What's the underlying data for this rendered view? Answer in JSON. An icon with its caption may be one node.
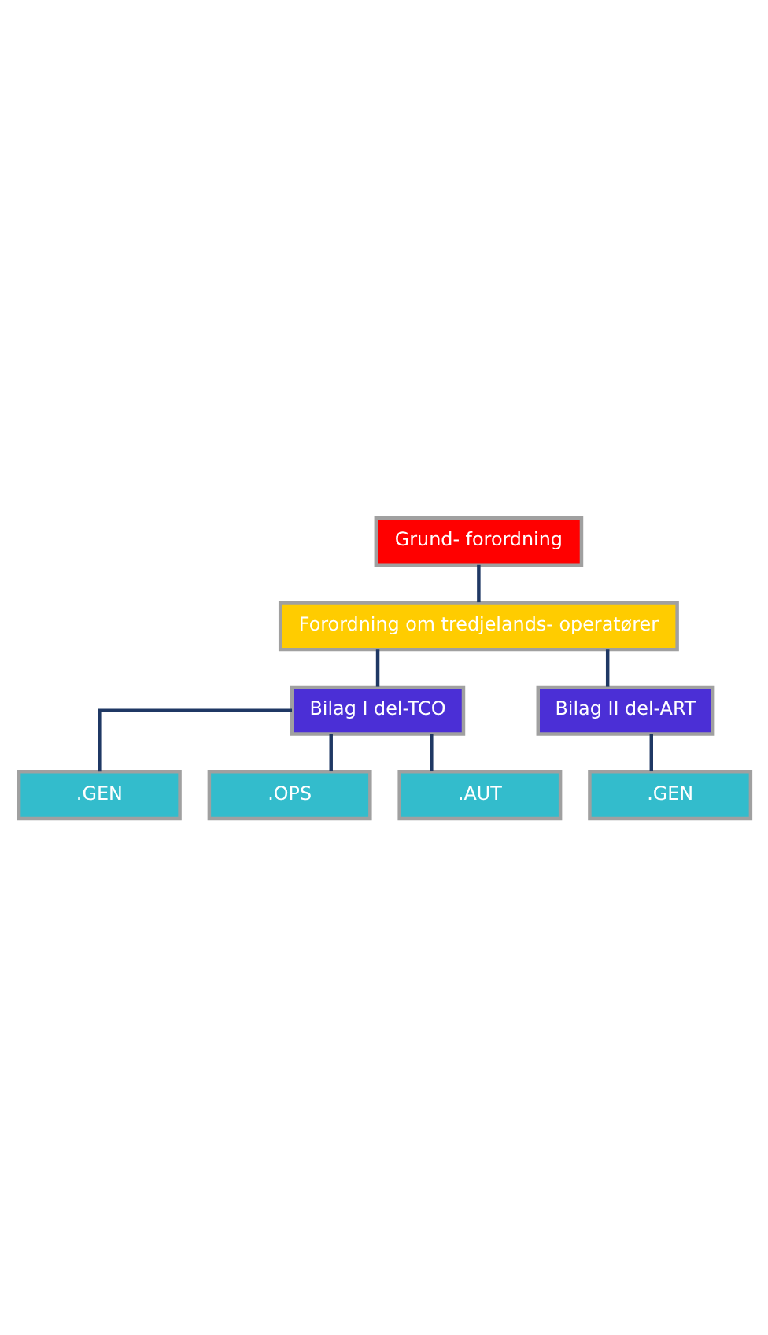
{
  "diagram": {
    "nodes": [
      {
        "text": [
          "Grund- forordning"
        ]
      },
      {
        "text": [
          "Forordning om tredjelands- operatører"
        ]
      },
      {
        "text": [
          "Bilag I del-TCO"
        ]
      },
      {
        "text": [
          "Bilag II del-ART"
        ]
      },
      {
        "text": [
          ".GEN"
        ]
      },
      {
        "text": [
          ".OPS"
        ]
      },
      {
        "text": [
          ".AUT"
        ]
      },
      {
        "text": [
          ".GEN"
        ]
      }
    ],
    "edges": [
      {
        "from": 0,
        "to": 1,
        "arrow": "none"
      },
      {
        "from": 1,
        "to": 2,
        "arrow": "none"
      },
      {
        "from": 1,
        "to": 3,
        "arrow": "none"
      },
      {
        "from": 2,
        "to": 4,
        "arrow": "none"
      },
      {
        "from": 2,
        "to": 5,
        "arrow": "none"
      },
      {
        "from": 2,
        "to": 6,
        "arrow": "none"
      },
      {
        "from": 3,
        "to": 7,
        "arrow": "none"
      }
    ]
  }
}
